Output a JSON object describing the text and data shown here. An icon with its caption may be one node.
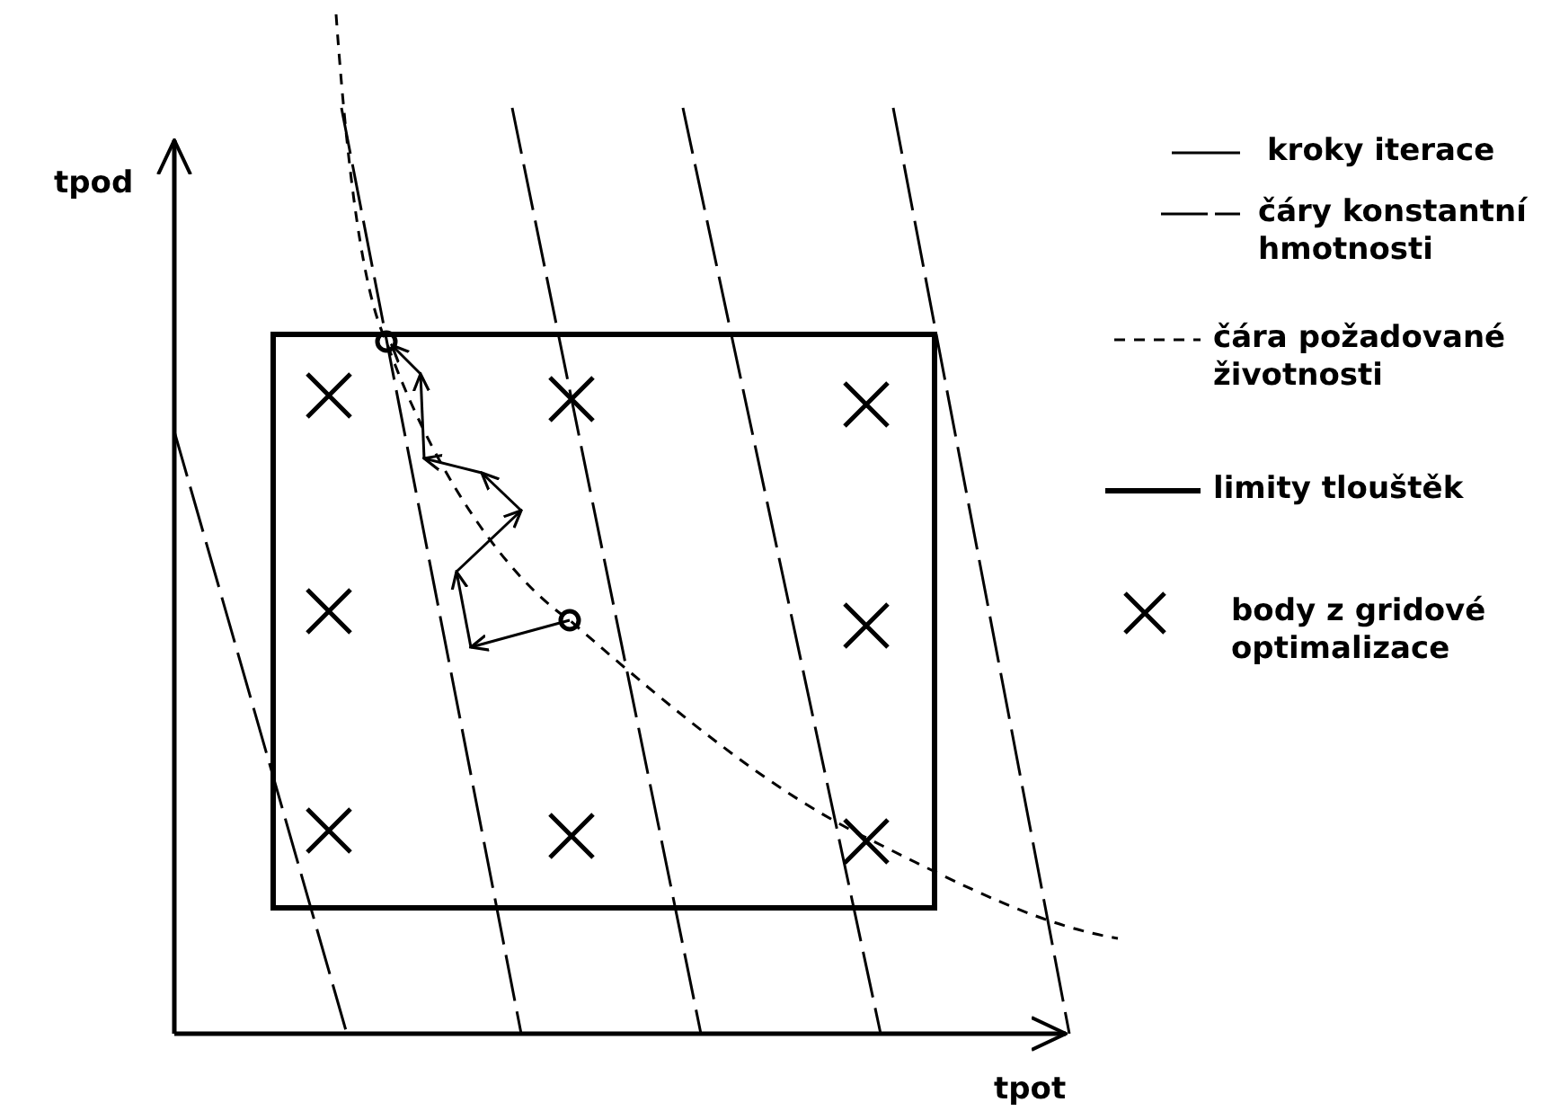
{
  "diagram": {
    "labels": [
      "tpod",
      "tpot"
    ],
    "legend": [
      {
        "text": "kroky iterace"
      },
      {
        "text": "čáry konstantní hmotnosti"
      },
      {
        "text": "čára požadované životnosti"
      },
      {
        "text": "limity tlouštěk"
      },
      {
        "text": "body z gridové optimalizace"
      }
    ]
  }
}
